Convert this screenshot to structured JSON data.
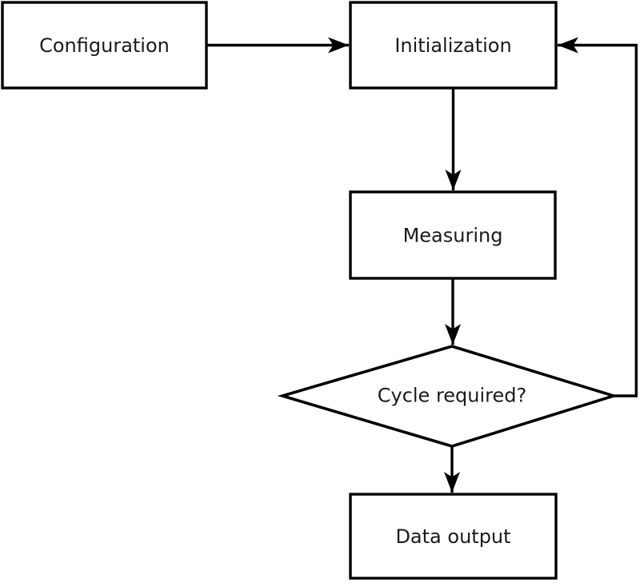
{
  "diagram": {
    "type": "flowchart",
    "background_color": "#ffffff",
    "line_color": "#000000",
    "node_fill_color": "#ffffff",
    "text_color": "#1a1a1a",
    "nodes": {
      "configuration": {
        "label": "Configuration",
        "shape": "rectangle"
      },
      "initialization": {
        "label": "Initialization",
        "shape": "rectangle"
      },
      "measuring": {
        "label": "Measuring",
        "shape": "rectangle"
      },
      "cycle_required": {
        "label": "Cycle required?",
        "shape": "diamond"
      },
      "data_output": {
        "label": "Data output",
        "shape": "rectangle"
      }
    },
    "edges": [
      {
        "from": "configuration",
        "to": "initialization",
        "kind": "straight"
      },
      {
        "from": "initialization",
        "to": "measuring",
        "kind": "straight"
      },
      {
        "from": "measuring",
        "to": "cycle_required",
        "kind": "straight"
      },
      {
        "from": "cycle_required",
        "to": "data_output",
        "kind": "straight"
      },
      {
        "from": "cycle_required",
        "to": "initialization",
        "kind": "loop-back"
      }
    ]
  }
}
